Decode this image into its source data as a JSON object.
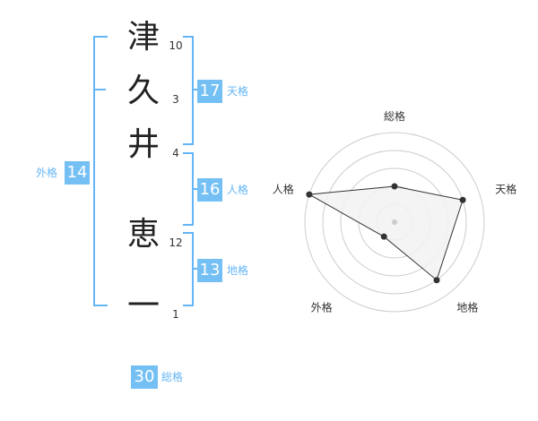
{
  "name": {
    "chars": [
      {
        "char": "津",
        "strokes": "10"
      },
      {
        "char": "久",
        "strokes": "3"
      },
      {
        "char": "井",
        "strokes": "4"
      },
      {
        "char": "恵",
        "strokes": "12"
      },
      {
        "char": "一",
        "strokes": "1"
      }
    ]
  },
  "fortune": {
    "tenkaku": {
      "value": "17",
      "label": "天格"
    },
    "jinkaku": {
      "value": "16",
      "label": "人格"
    },
    "chikaku": {
      "value": "13",
      "label": "地格"
    },
    "gaikaku": {
      "value": "14",
      "label": "外格"
    },
    "soukaku": {
      "value": "30",
      "label": "総格"
    }
  },
  "colors": {
    "bracket": "#64b5f6",
    "badge": "#74c0f5",
    "polygon_fill": "#f2f2f2",
    "polygon_stroke": "#333333",
    "ring": "#cccccc"
  },
  "chart_data": {
    "type": "radar",
    "axes": [
      "総格",
      "天格",
      "地格",
      "外格",
      "人格"
    ],
    "values": [
      2,
      4,
      4,
      1,
      5
    ],
    "rmax": 5,
    "rings": 5
  }
}
